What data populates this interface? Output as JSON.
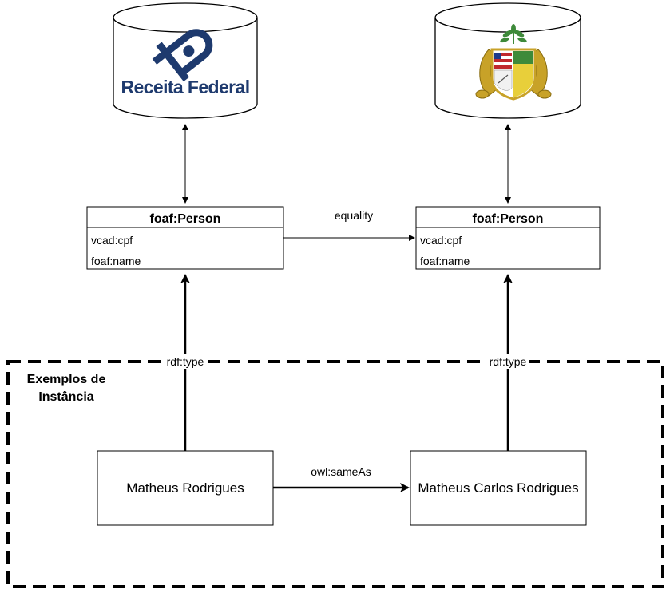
{
  "databases": [
    {
      "logo_text": "Receita Federal"
    },
    {
      "logo_text": ""
    }
  ],
  "classes": [
    {
      "title": "foaf:Person",
      "attributes": [
        "vcad:cpf",
        "foaf:name"
      ]
    },
    {
      "title": "foaf:Person",
      "attributes": [
        "vcad:cpf",
        "foaf:name"
      ]
    }
  ],
  "edges": {
    "equality": "equality",
    "type_left": "rdf:type",
    "type_right": "rdf:type",
    "same_as": "owl:sameAs"
  },
  "instance_group": {
    "title_line1": "Exemplos de",
    "title_line2": "Instância"
  },
  "instances": [
    "Matheus Rodrigues",
    "Matheus Carlos Rodrigues"
  ],
  "colors": {
    "receita_navy": "#1e3a6e",
    "coat_gold": "#c8a228",
    "coat_green": "#3e8a3a"
  }
}
